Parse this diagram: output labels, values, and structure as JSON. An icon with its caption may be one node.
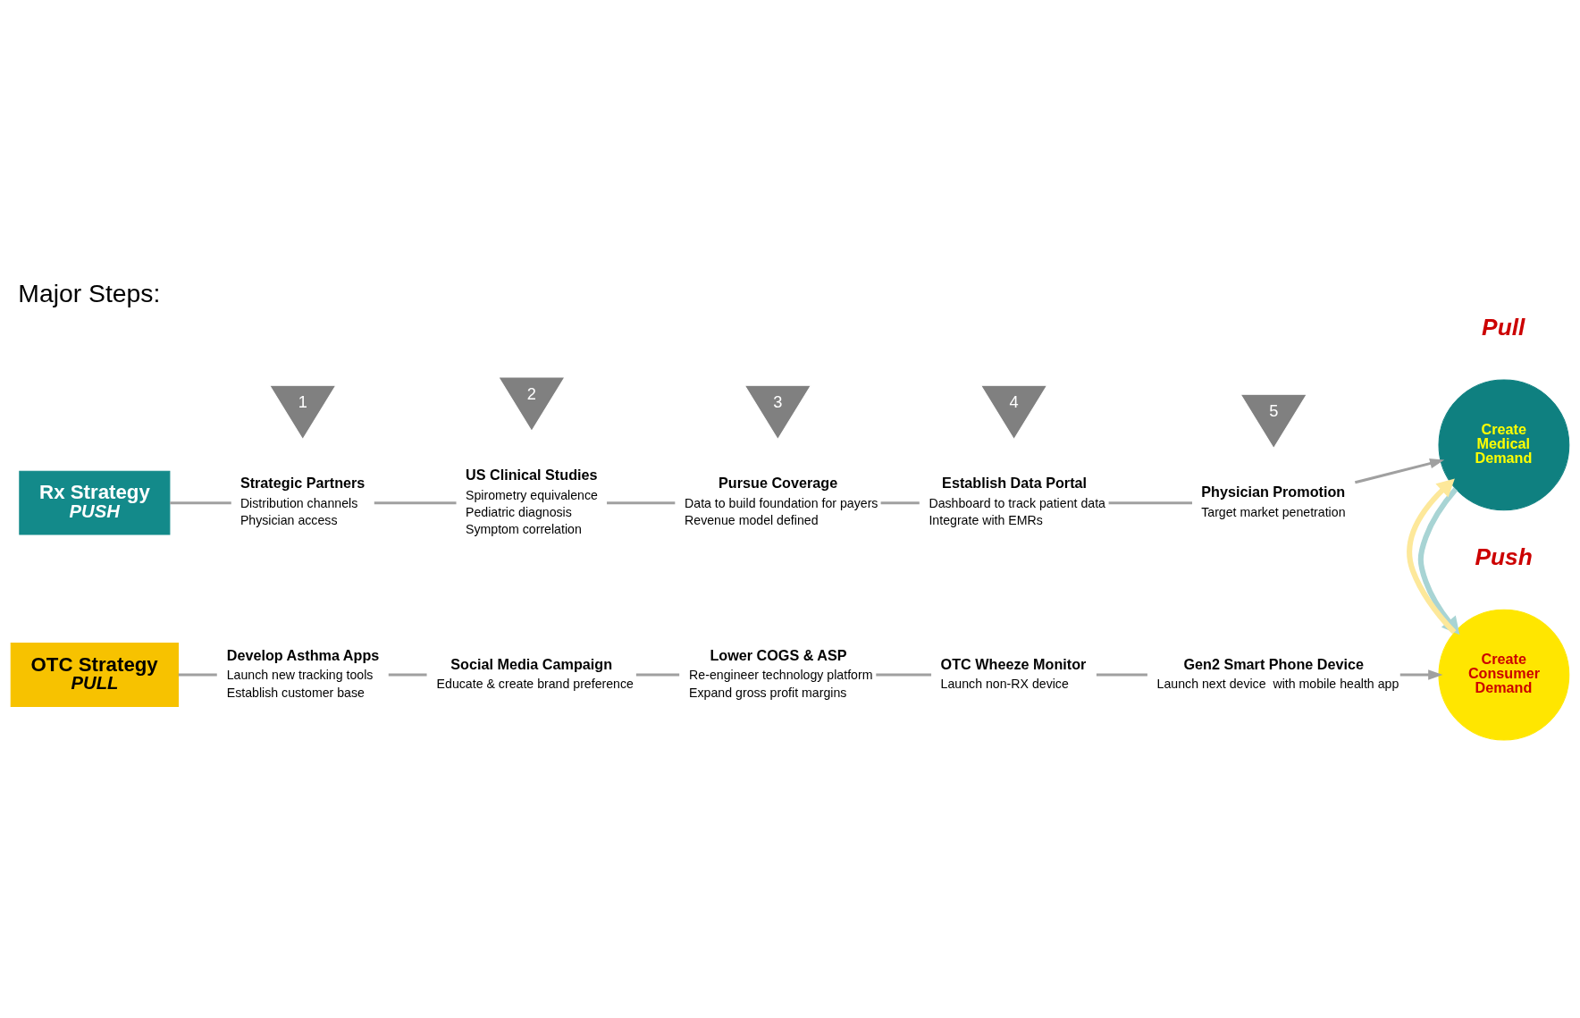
{
  "diagram": {
    "title": "Major Steps:",
    "nodes": [
      {
        "text": [
          "Rx Strategy",
          "PUSH"
        ]
      },
      {
        "text": [
          "Strategic Partners",
          "Distribution channels",
          "Physician access"
        ]
      },
      {
        "text": [
          "US Clinical Studies",
          "Spirometry equivalence",
          "Pediatric diagnosis",
          "Symptom correlation"
        ]
      },
      {
        "text": [
          "Pursue Coverage",
          "Data to build foundation for payers",
          "Revenue model defined"
        ]
      },
      {
        "text": [
          "Establish Data Portal",
          "Dashboard to track patient data",
          "Integrate with EMRs"
        ]
      },
      {
        "text": [
          "Physician Promotion",
          "Target market penetration"
        ]
      },
      {
        "text": [
          "Create Medical Demand"
        ]
      },
      {
        "text": [
          "OTC Strategy",
          "PULL"
        ]
      },
      {
        "text": [
          "Develop Asthma Apps",
          "Launch new tracking tools",
          "Establish customer base"
        ]
      },
      {
        "text": [
          "Social Media Campaign",
          "Educate & create brand preference"
        ]
      },
      {
        "text": [
          "Lower COGS & ASP",
          "Re-engineer technology platform",
          "Expand gross profit margins"
        ]
      },
      {
        "text": [
          "OTC Wheeze Monitor",
          "Launch non-RX device"
        ]
      },
      {
        "text": [
          "Gen2 Smart Phone Device",
          "Launch next device  with mobile health app"
        ]
      },
      {
        "text": [
          "Create Consumer Demand"
        ]
      }
    ],
    "edges": [
      {
        "from": 0,
        "to": 1,
        "arrow": "none"
      },
      {
        "from": 1,
        "to": 2,
        "arrow": "none"
      },
      {
        "from": 2,
        "to": 3,
        "arrow": "none"
      },
      {
        "from": 3,
        "to": 4,
        "arrow": "none"
      },
      {
        "from": 4,
        "to": 5,
        "arrow": "none"
      },
      {
        "from": 5,
        "to": 6,
        "arrow": "to"
      },
      {
        "from": 7,
        "to": 8,
        "arrow": "none"
      },
      {
        "from": 8,
        "to": 9,
        "arrow": "none"
      },
      {
        "from": 9,
        "to": 10,
        "arrow": "none"
      },
      {
        "from": 10,
        "to": 11,
        "arrow": "none"
      },
      {
        "from": 11,
        "to": 12,
        "arrow": "none"
      },
      {
        "from": 12,
        "to": 13,
        "arrow": "to"
      },
      {
        "from": 6,
        "to": 13,
        "arrow": "to",
        "style": "thick",
        "color": "#a8d4d4"
      },
      {
        "from": 13,
        "to": 6,
        "arrow": "to",
        "style": "thick",
        "color": "#fde89a"
      }
    ],
    "labels": [
      "1",
      "2",
      "3",
      "4",
      "5",
      "Push",
      "Pull"
    ]
  }
}
